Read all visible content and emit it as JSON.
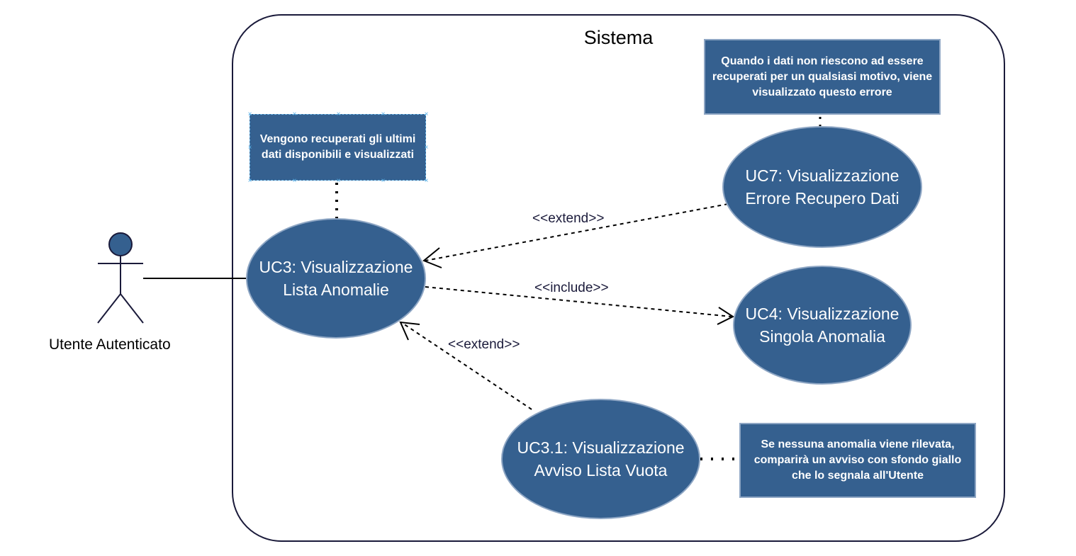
{
  "system": {
    "title": "Sistema"
  },
  "actor": {
    "name": "Utente Autenticato"
  },
  "use_cases": {
    "uc3": {
      "line1": "UC3: Visualizzazione",
      "line2": "Lista Anomalie"
    },
    "uc7": {
      "line1": "UC7: Visualizzazione",
      "line2": "Errore Recupero Dati"
    },
    "uc4": {
      "line1": "UC4: Visualizzazione",
      "line2": "Singola Anomalia"
    },
    "uc31": {
      "line1": "UC3.1: Visualizzazione",
      "line2": "Avviso Lista Vuota"
    }
  },
  "notes": {
    "uc3_note": "Vengono recuperati gli ultimi dati disponibili e visualizzati",
    "uc7_note": "Quando i dati non riescono ad essere recuperati per un qualsiasi motivo, viene visualizzato questo errore",
    "uc31_note": "Se nessuna anomalia viene rilevata, comparirà un avviso con sfondo giallo che lo segnala all'Utente"
  },
  "relations": {
    "extend_uc7": "<<extend>>",
    "include_uc4": "<<include>>",
    "extend_uc31": "<<extend>>"
  },
  "colors": {
    "usecase_fill": "#35608f",
    "usecase_border": "#8ea6c4",
    "line": "#000000",
    "selection_handle": "#5ab0e6"
  }
}
